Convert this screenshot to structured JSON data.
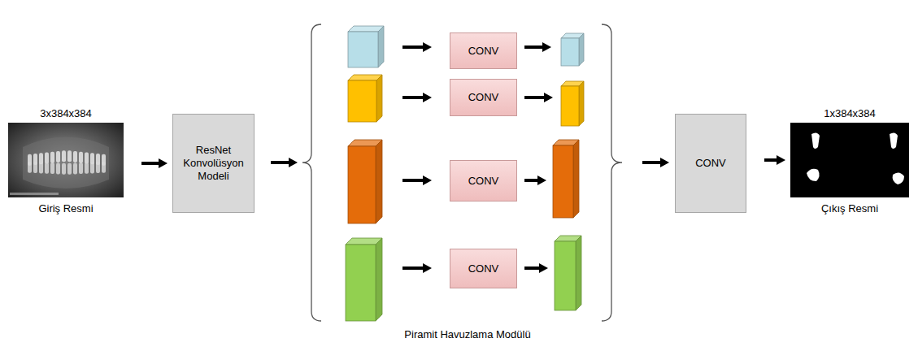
{
  "diagram": {
    "nodes": [
      {
        "text": [
          "3x384x384",
          "Giriş Resmi"
        ]
      },
      {
        "text": [
          "ResNet Konvolüsyon Modeli"
        ]
      },
      {
        "text": [
          "CONV"
        ]
      },
      {
        "text": [
          "CONV"
        ]
      },
      {
        "text": [
          "CONV"
        ]
      },
      {
        "text": [
          "CONV"
        ]
      },
      {
        "text": [
          "CONV"
        ]
      },
      {
        "text": [
          "1x384x384",
          "Çıkış Resmi"
        ]
      }
    ],
    "edges": [
      {
        "from": 0,
        "to": 1,
        "arrow": "to"
      },
      {
        "from": 6,
        "to": 7,
        "arrow": "to"
      }
    ],
    "labels": [
      "Piramit Havuzlama Modülü"
    ]
  }
}
